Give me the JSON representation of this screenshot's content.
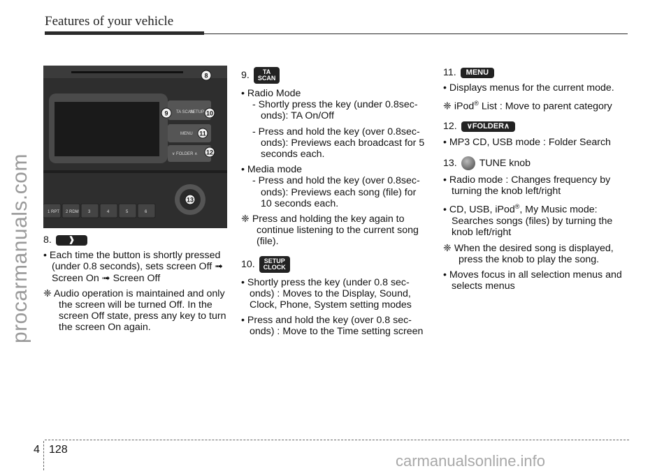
{
  "header": {
    "title": "Features of your vehicle"
  },
  "watermarks": {
    "left": "procarmanuals.com",
    "bottom": "carmanualsonline.info"
  },
  "footer": {
    "chapter": "4",
    "page": "128"
  },
  "photo": {
    "callouts": [
      "8",
      "9",
      "10",
      "11",
      "12",
      "13"
    ],
    "buttons": {
      "ta_scan": "TA SCAN",
      "setup_clock": "SETUP CLOCK",
      "menu": "MENU",
      "folder": "FOLDER",
      "presets": [
        "1 RPT",
        "2 RDM",
        "3",
        "4",
        "5",
        "6"
      ]
    }
  },
  "col1": {
    "number": "8.",
    "b1": "• Each time the button is shortly pressed (under 0.8 seconds), sets screen Off ➟ Screen On ➟ Screen Off",
    "n1": "❈ Audio operation is maintained and only the screen will be turned Off. In the screen Off state, press any key to turn the screen On again."
  },
  "col2": {
    "n9": "9.",
    "key9": [
      "TA",
      "SCAN"
    ],
    "b_radio": "• Radio Mode",
    "s1": "- Shortly press the key (under 0.8sec-onds): TA On/Off",
    "s2": "- Press and hold the key (over 0.8sec-onds): Previews each broadcast for 5 seconds each.",
    "b_media": "• Media mode",
    "s3": "- Press and hold the key (over 0.8sec-onds): Previews each song (file) for 10 seconds each.",
    "n_note": "❈ Press and holding the key again to continue listening to the current song (file).",
    "n10": "10.",
    "key10": [
      "SETUP",
      "CLOCK"
    ],
    "b10a": "• Shortly press the key (under 0.8 sec-onds) : Moves to the Display, Sound, Clock, Phone, System setting modes",
    "b10b": "• Press and hold the key (over 0.8 sec-onds) : Move to the Time setting screen"
  },
  "col3": {
    "n11": "11.",
    "key11": "MENU",
    "b11": "• Displays menus for the current mode.",
    "n11note_pre": "❈ iPod",
    "n11note_post": " List : Move to parent category",
    "reg": "®",
    "n12": "12.",
    "key12": "FOLDER",
    "b12": "• MP3 CD, USB mode : Folder Search",
    "n13": "13.",
    "t13": "TUNE knob",
    "b13a": "• Radio mode : Changes frequency by turning the knob left/right",
    "b13b_pre": "• CD, USB, iPod",
    "b13b_post": ", My Music mode: Searches songs (files) by turning the knob left/right",
    "n13note": "❈ When the desired song is displayed, press the knob to play the song.",
    "b13c": "• Moves focus in all selection menus and selects menus"
  }
}
